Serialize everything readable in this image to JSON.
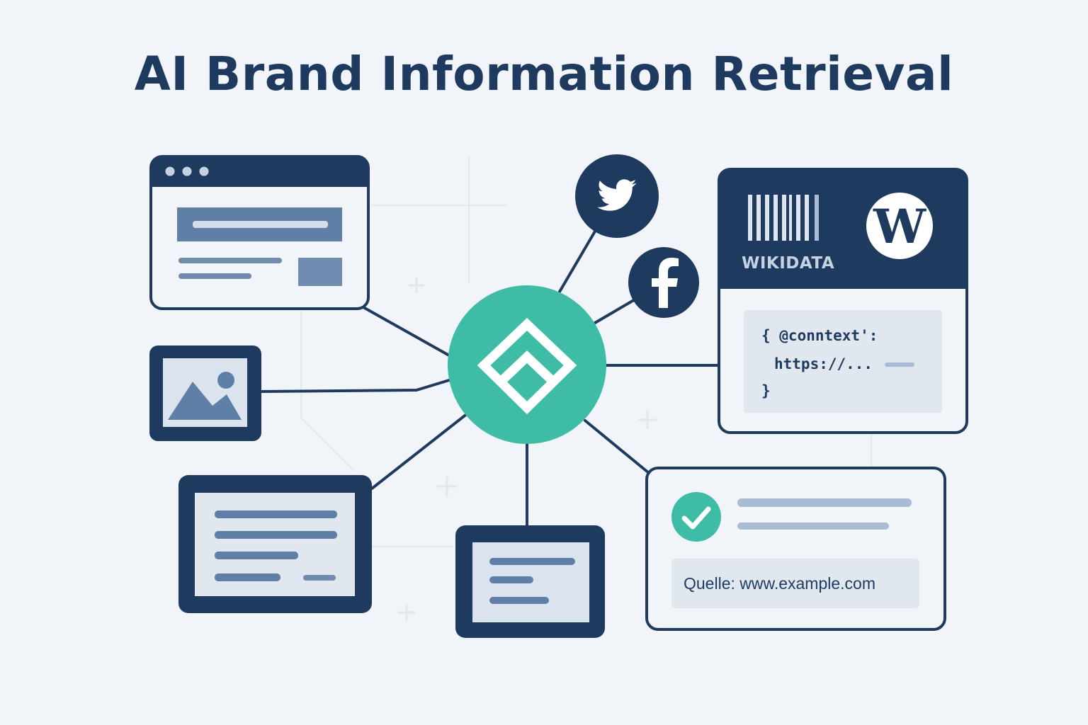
{
  "title": "AI Brand Information Retrieval",
  "colors": {
    "navy": "#1f3a5f",
    "teal": "#3fbca5",
    "panel": "#f1f4f8",
    "light_card": "#e0e7ef",
    "bar_mid": "#5f7fa6",
    "bar_light": "#a9bcd3"
  },
  "icons": [
    "brand-hub-icon",
    "twitter-bird-icon",
    "facebook-f-icon",
    "wikipedia-w-icon",
    "wikidata-barcode-icon",
    "mountain-image-icon",
    "checkmark-icon"
  ],
  "wikidata": {
    "label": "WIKIDATA",
    "wiki_letter": "W",
    "json_open": "{ @conntext':",
    "json_value": "https://...",
    "json_close": "}"
  },
  "source_card": {
    "source_text": "Quelle: www.example.com"
  }
}
